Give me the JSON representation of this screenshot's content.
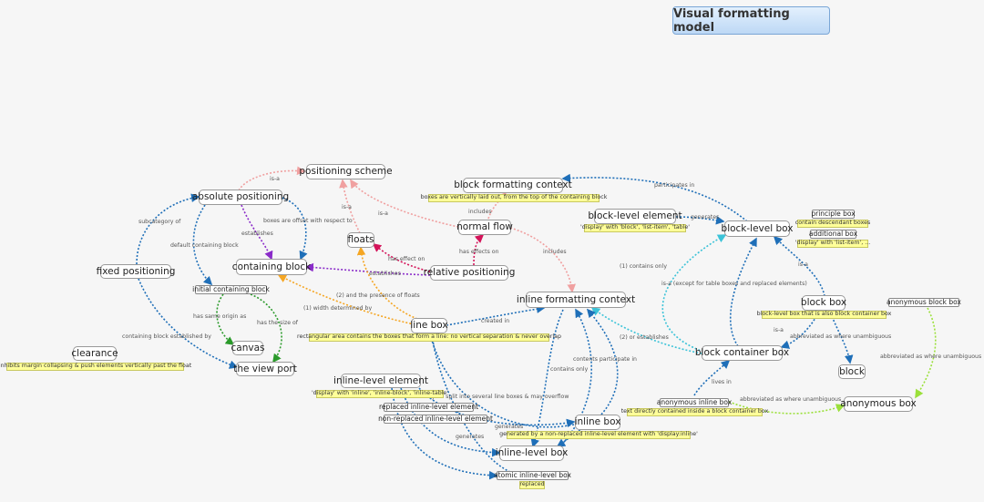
{
  "title": "Visual formatting model",
  "nodes": {
    "positioning_scheme": "positioning scheme",
    "absolute_positioning": "absolute positioning",
    "block_formatting_context": "block formatting context",
    "normal_flow": "normal flow",
    "floats": "floats",
    "containing_block": "containing block",
    "relative_positioning": "relative positioning",
    "fixed_positioning": "fixed positioning",
    "initial_containing_block": "initial containing block",
    "canvas": "canvas",
    "the_view_port": "the view port",
    "clearance": "clearance",
    "line_box": "line box",
    "inline_formatting_context": "inline formatting context",
    "block_level_element": "block-level element",
    "block_level_box": "block-level box",
    "principle_box": "principle box",
    "additional_box": "additional box",
    "block_box": "block box",
    "anonymous_block_box": "anonymous block box",
    "block_container_box": "block container box",
    "block": "block",
    "anonymous_box": "anonymous box",
    "inline_level_element": "inline-level element",
    "replaced_inline_level_element": "replaced inline-level element",
    "non_replaced_inline_level_element": "non-replaced inline-level element",
    "inline_box": "inline box",
    "anonymous_inline_box": "anonymous inline box",
    "inline_level_box": "inline-level box",
    "atomic_inline_level_box": "atomic inline-level box"
  },
  "notes": {
    "bfc_note": "boxes are vertically laid out, from the top of the containing block",
    "block_level_element_note": "'display' with 'block', 'list-item', 'table'",
    "principle_box_note": "contain descendant boxes",
    "additional_box_note": "'display' with 'list-item', ...",
    "block_box_note": "block-level box that is also block container box",
    "clearance_note": "inhibits margin collapsing & push elements vertically past the float",
    "line_box_note": "rectangular area contains the boxes that form a line: no vertical separation & never overlap",
    "inline_level_element_note": "'display' with 'inline', 'inline-block', 'inline-table'",
    "anonymous_inline_box_note": "text directly contained inside a block container box",
    "inline_box_note": "generated by a non-replaced inline-level element with 'display:inline'",
    "replaced_note": "replaced"
  },
  "edge_labels": {
    "is_a_1": "is-a",
    "is_a_2": "is-a",
    "is_a_3": "is-a",
    "is_a_4": "is-a",
    "is_a_5": "is-a",
    "subcategory_of": "subcategory of",
    "boxes_offset": "boxes are offset with respect to",
    "establishes_1": "establishes",
    "establishes_2": "establishes",
    "default_containing_block": "default containing block",
    "includes_1": "includes",
    "includes_2": "includes",
    "has_effects_on": "has effects on",
    "has_effect_on": "has effect on",
    "presence_of_floats": "(2) and the presence of floats",
    "width_determined_by": "(1) width determined by",
    "has_same_origin": "has same origin as",
    "has_the_size_of": "has the size of",
    "containing_block_established_by": "containing block established by",
    "created_in": "created in",
    "participates_in": "participates in",
    "generates_1": "generates",
    "generates_2": "generates",
    "generates_3": "generates",
    "contains_only_1": "(1) contains only",
    "contains_only_2": "contains only",
    "is_a_except": "is-a (except for table boxes and replaced elements)",
    "or_establishes": "(2) or establishes",
    "abbreviated_1": "abbreviated as where unambiguous",
    "abbreviated_2": "abbreviated as where unambiguous",
    "abbreviated_3": "abbreviated as where unambiguous",
    "lives_in": "lives in",
    "contents_participate_in": "contents participate in",
    "may_be_split": "may be split into several line boxes & may overflow"
  }
}
